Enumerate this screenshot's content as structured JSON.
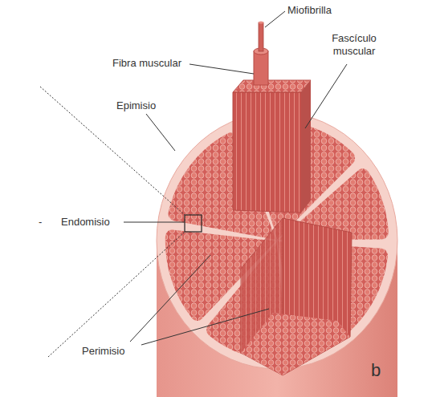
{
  "diagram": {
    "labels": [
      "Miofibrilla",
      "Fibra muscular",
      "Fascículo muscular",
      "Epimisio",
      "Endomisio",
      "-",
      "Perimisio",
      "b"
    ]
  }
}
